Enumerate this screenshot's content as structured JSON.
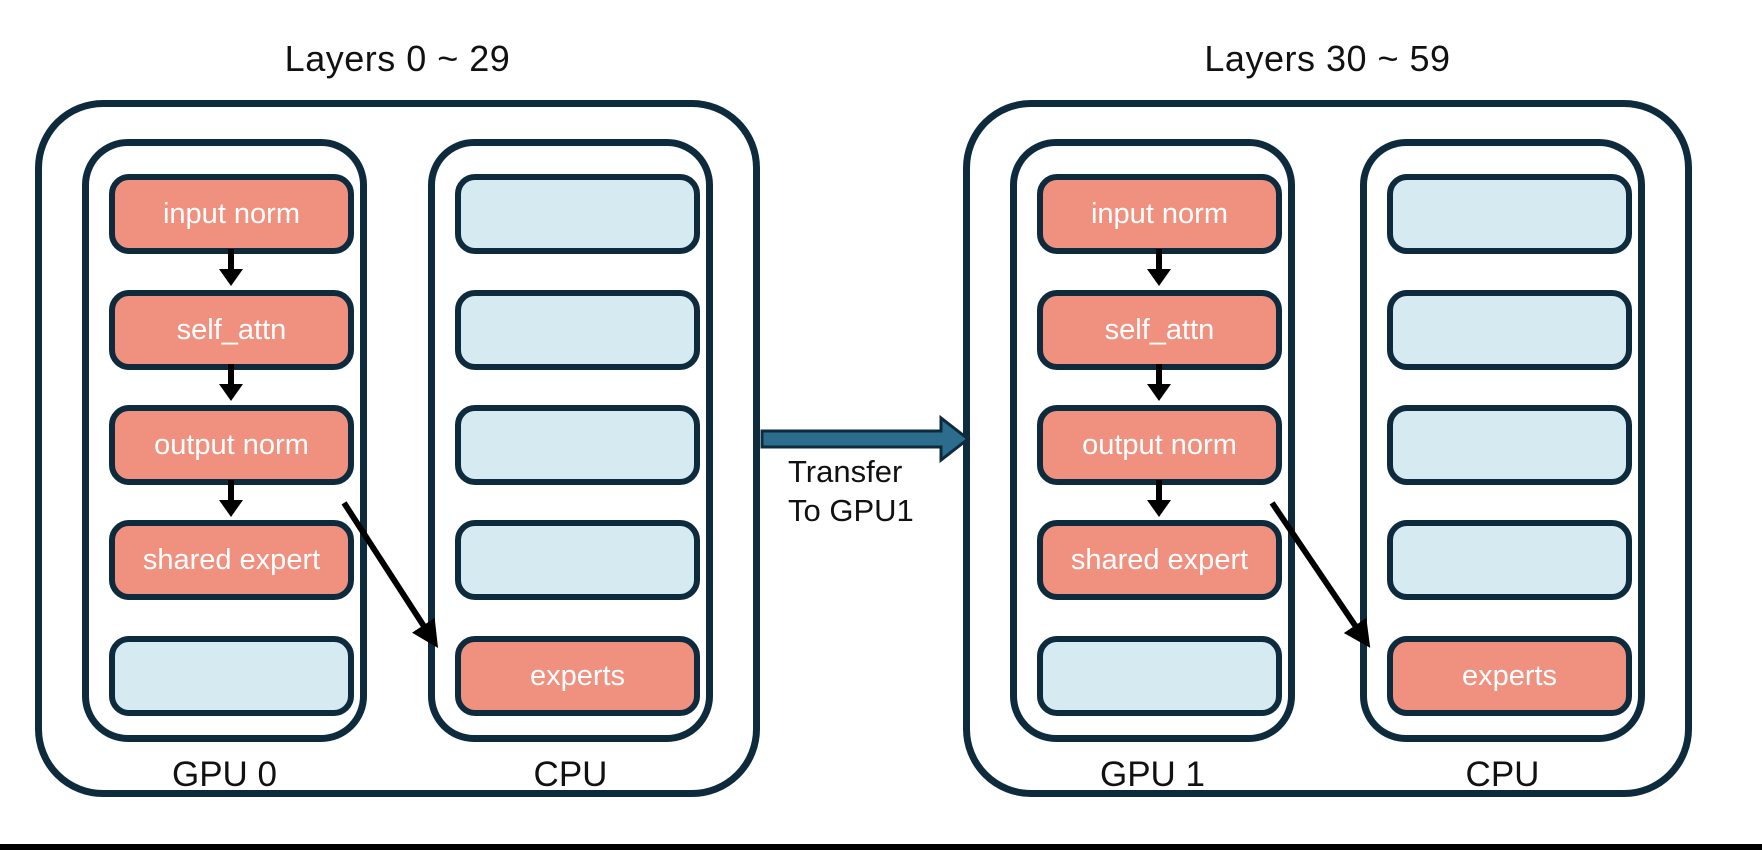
{
  "colors": {
    "outline": "#0e2b3d",
    "salmon": "#f0907f",
    "light_blue": "#d6eaf1",
    "transfer_arrow": "#2c6c8c",
    "flow_arrow": "#000000",
    "text_dark": "#111111",
    "box_text": "#ffffff",
    "background": "#ffffff",
    "bottom_bar": "#000000"
  },
  "groups": [
    {
      "title": "Layers 0 ~ 29",
      "gpu": {
        "label": "GPU 0",
        "boxes": [
          {
            "label": "input norm",
            "type": "salmon"
          },
          {
            "label": "self_attn",
            "type": "salmon"
          },
          {
            "label": "output norm",
            "type": "salmon"
          },
          {
            "label": "shared expert",
            "type": "salmon"
          },
          {
            "label": "",
            "type": "blue"
          }
        ]
      },
      "cpu": {
        "label": "CPU",
        "boxes": [
          {
            "label": "",
            "type": "blue"
          },
          {
            "label": "",
            "type": "blue"
          },
          {
            "label": "",
            "type": "blue"
          },
          {
            "label": "",
            "type": "blue"
          },
          {
            "label": "experts",
            "type": "salmon"
          }
        ]
      }
    },
    {
      "title": "Layers 30 ~ 59",
      "gpu": {
        "label": "GPU 1",
        "boxes": [
          {
            "label": "input norm",
            "type": "salmon"
          },
          {
            "label": "self_attn",
            "type": "salmon"
          },
          {
            "label": "output norm",
            "type": "salmon"
          },
          {
            "label": "shared expert",
            "type": "salmon"
          },
          {
            "label": "",
            "type": "blue"
          }
        ]
      },
      "cpu": {
        "label": "CPU",
        "boxes": [
          {
            "label": "",
            "type": "blue"
          },
          {
            "label": "",
            "type": "blue"
          },
          {
            "label": "",
            "type": "blue"
          },
          {
            "label": "",
            "type": "blue"
          },
          {
            "label": "experts",
            "type": "salmon"
          }
        ]
      }
    }
  ],
  "transfer": {
    "line1": "Transfer",
    "line2": "To GPU1"
  }
}
